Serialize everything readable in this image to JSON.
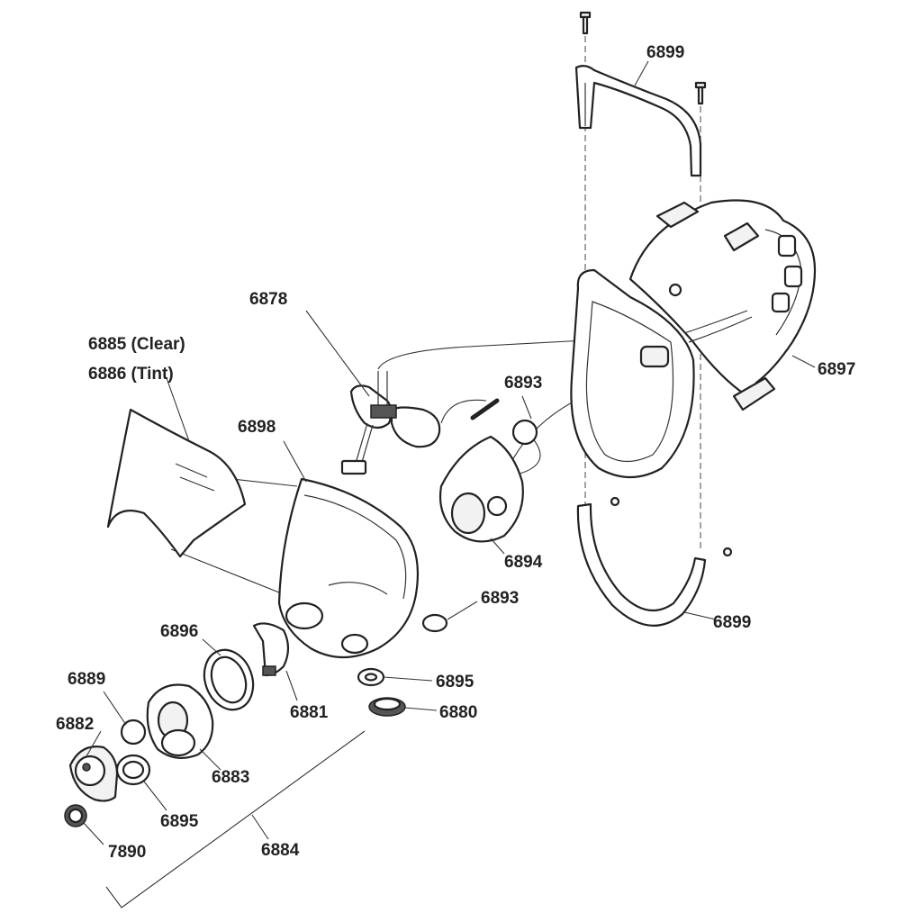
{
  "labels": {
    "p6899_top": "6899",
    "p6897": "6897",
    "p6878": "6878",
    "p6885": "6885 (Clear)",
    "p6886": "6886 (Tint)",
    "p6893_top": "6893",
    "p6898": "6898",
    "p6894": "6894",
    "p6893_mid": "6893",
    "p6899_bottom": "6899",
    "p6896": "6896",
    "p6889": "6889",
    "p6882": "6882",
    "p6881": "6881",
    "p6895_right": "6895",
    "p6880": "6880",
    "p6883": "6883",
    "p6895_left": "6895",
    "p6884": "6884",
    "p7890": "7890"
  }
}
